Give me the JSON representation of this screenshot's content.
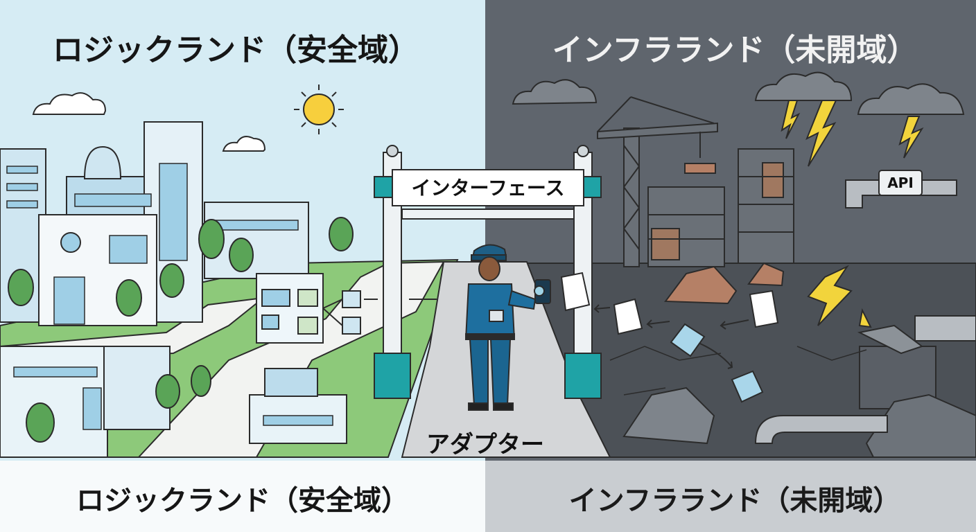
{
  "titles": {
    "left_top": "ロジックランド（安全域）",
    "right_top": "インフラランド（未開域）",
    "left_bottom": "ロジックランド（安全域）",
    "right_bottom": "インフラランド（未開域）"
  },
  "labels": {
    "interface": "インターフェース",
    "adapter": "アダプター",
    "api": "API"
  },
  "colors": {
    "logic_sky": "#d6ecf4",
    "logic_grass": "#8dc97a",
    "infra_sky": "#5f656d",
    "infra_ground": "#4c5157",
    "gate_teal": "#1fa3a6",
    "lightning": "#f2d43c",
    "officer_uniform": "#1e6f9f"
  }
}
